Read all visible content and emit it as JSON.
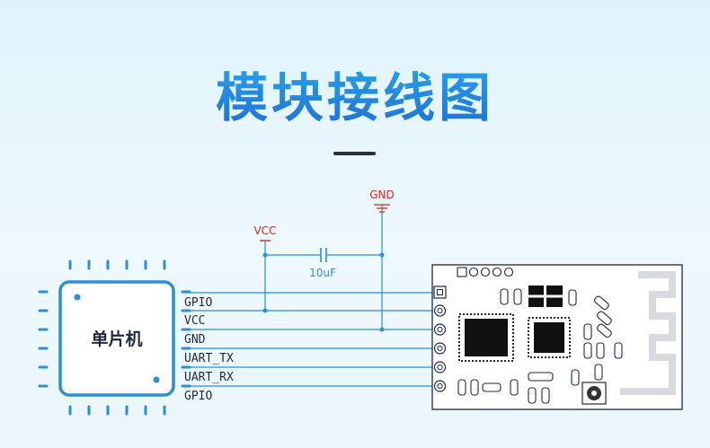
{
  "title": "模块接线图",
  "mcu": {
    "label": "单片机"
  },
  "pins": [
    "GPIO",
    "VCC",
    "GND",
    "UART_TX",
    "UART_RX",
    "GPIO"
  ],
  "power": {
    "vcc": "VCC",
    "gnd": "GND"
  },
  "capacitor": "10uF",
  "colors": {
    "title": "#1f8de3",
    "wire": "#2b8fd3",
    "power_label": "#e0251b",
    "mcu_border": "#2b8fd3"
  },
  "icons": [
    "ground-symbol",
    "capacitor-symbol",
    "antenna-trace"
  ]
}
